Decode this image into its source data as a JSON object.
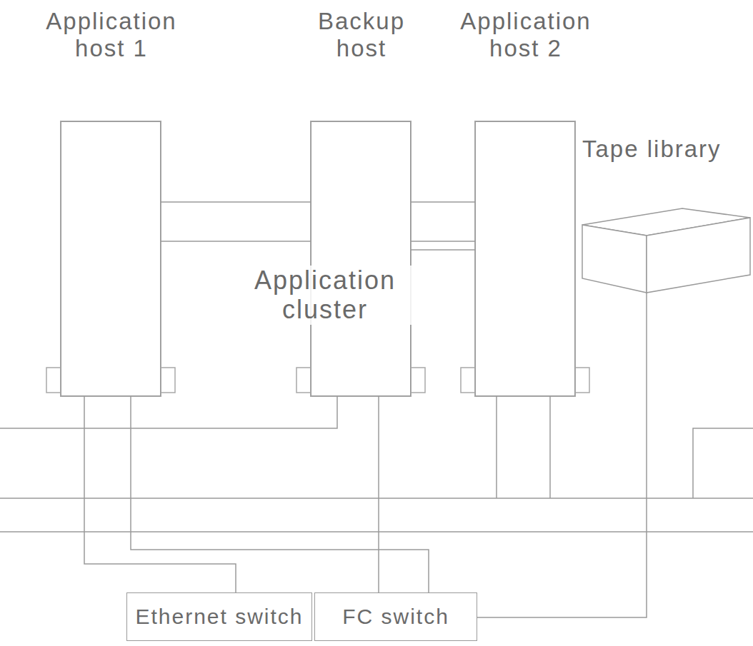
{
  "diagram": {
    "nodes": [
      {
        "text": [
          "Application host 1"
        ]
      },
      {
        "text": [
          "Backup host"
        ]
      },
      {
        "text": [
          "Application host 2"
        ]
      },
      {
        "text": [
          "Tape library"
        ]
      },
      {
        "text": [
          "Ethernet switch"
        ]
      },
      {
        "text": [
          "FC switch"
        ]
      }
    ],
    "edges": [
      {
        "from": 0,
        "to": 2,
        "arrow": "none"
      },
      {
        "from": 0,
        "to": 2,
        "arrow": "none"
      },
      {
        "from": 1,
        "to": 2,
        "arrow": "none"
      },
      {
        "from": 0,
        "to": 4,
        "arrow": "none"
      },
      {
        "from": 0,
        "to": 5,
        "arrow": "none"
      },
      {
        "from": 1,
        "to": 5,
        "arrow": "none"
      },
      {
        "from": 3,
        "to": 5,
        "arrow": "none"
      }
    ],
    "labels": [
      "Application cluster"
    ]
  }
}
